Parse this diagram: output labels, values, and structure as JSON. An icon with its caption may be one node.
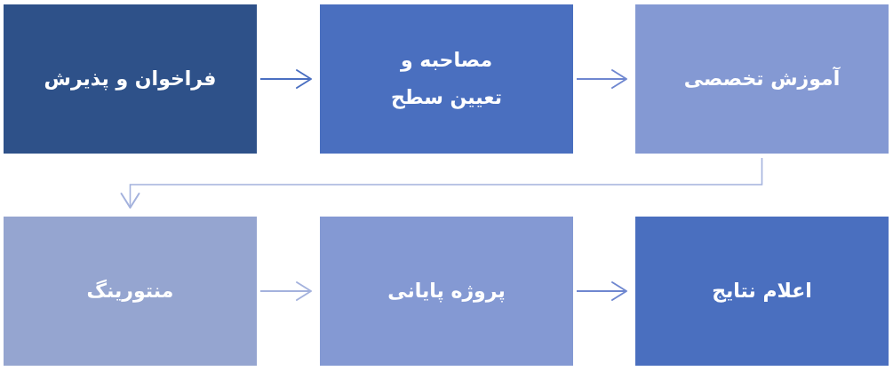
{
  "diagram": {
    "nodes": [
      {
        "text": [
          "فراخوان و پذیرش"
        ]
      },
      {
        "text": [
          "مصاحبه و تعیین سطح"
        ]
      },
      {
        "text": [
          "آموزش تخصصی"
        ]
      },
      {
        "text": [
          "منتورینگ"
        ]
      },
      {
        "text": [
          "پروژه پایانی"
        ]
      },
      {
        "text": [
          "اعلام نتایج"
        ]
      }
    ],
    "edges": [
      {
        "from": 0,
        "to": 1,
        "arrow": "to",
        "color": "#4a6fc1"
      },
      {
        "from": 1,
        "to": 2,
        "arrow": "to",
        "color": "#6f87d0"
      },
      {
        "from": 2,
        "to": 3,
        "arrow": "to",
        "color": "#a4b2dd"
      },
      {
        "from": 3,
        "to": 4,
        "arrow": "to",
        "color": "#a4b2dd"
      },
      {
        "from": 4,
        "to": 5,
        "arrow": "to",
        "color": "#6f87d0"
      }
    ]
  }
}
